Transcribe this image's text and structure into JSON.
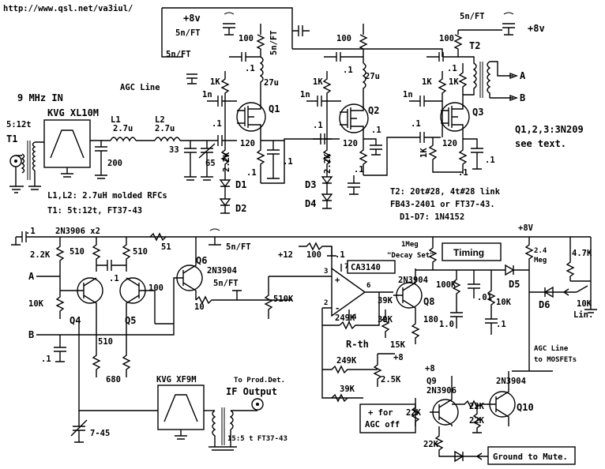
{
  "url": "http://www.qsl.net/va3iul/",
  "input": {
    "title": "9 MHz IN",
    "transformer": "T1",
    "ratio": "5:12t"
  },
  "filter1": "KVG XL10M",
  "inductors": {
    "l1": "L1",
    "l2": "L2",
    "l1_val": "2.7u",
    "l2_val": "2.7u"
  },
  "caps_front": {
    "c200": "200",
    "c33": "33",
    "c65": "65"
  },
  "agc_line": "AGC Line",
  "top_supply": {
    "v1": "+8v",
    "v2": "+8v",
    "ft1": "5n/FT",
    "ft2": "5n/FT",
    "ft3": "5n/FT",
    "ft4": "5n/FT"
  },
  "stage_vals": {
    "r100a": "100",
    "r100b": "100",
    "r100c": "100",
    "c1a": ".1",
    "c1b": ".1",
    "c1c": ".1",
    "c1d": ".1",
    "c1e": ".1",
    "c1f": ".1",
    "c1g": ".1",
    "c1h": ".1",
    "c1i": ".1",
    "c1j": ".1",
    "l27a": "27u",
    "l27b": "27u",
    "r1ka": "1K",
    "r1kb": "1K",
    "r1kc": "1K",
    "r1kd": "1K",
    "r1ke": "1K",
    "n1a": "1n",
    "n1b": "1n",
    "n1c": "1n",
    "r120a": "120",
    "r120b": "120",
    "r120c": "120",
    "r22a": "2.2K",
    "r22b": "2.2K",
    "q1": "Q1",
    "q2": "Q2",
    "q3": "Q3",
    "t2": "T2",
    "d1": "D1",
    "d2": "D2",
    "d3": "D3",
    "d4": "D4",
    "out_a": "A",
    "out_b": "B"
  },
  "notes": {
    "q_note1": "Q1,2,3:3N209",
    "q_note2": "see text.",
    "l_note": "L1,L2: 2.7uH molded RFCs",
    "t1_note": "T1: 5t:12t, FT37-43",
    "t2_note1": "T2: 20t#28, 4t#28 link",
    "t2_note2": "FB43-2401 or FT37-43.",
    "d_note": "D1-D7: 1N4152"
  },
  "lower": {
    "c1": ".1",
    "pnp_pair": "2N3906 x2",
    "r22k": "2.2K",
    "r510a": "510",
    "r510b": "510",
    "r51": "51",
    "c1m": ".1",
    "q6": "Q6",
    "q6type": "2N3904",
    "ft1": "5n/FT",
    "ft2": "5n/FT",
    "in_a": "A",
    "in_b": "B",
    "r10k": "10K",
    "q4": "Q4",
    "q5": "Q5",
    "r100": "100",
    "r10": "10",
    "r510k": "510K",
    "c1b": ".1",
    "r510c": "510",
    "r680": "680",
    "filter2": "KVG XF9M",
    "to_det": "To Prod.Det.",
    "if_out": "IF Output",
    "tr_note": "15:5 t FT37-43",
    "trim": "7-45"
  },
  "agc": {
    "p12": "+12",
    "r100": "100",
    "c1": ".1",
    "opamp": "CA3140",
    "pin3": "3",
    "pin2": "2",
    "pin7": "7",
    "pin6": "6",
    "pin4": "4",
    "r249a": "249K",
    "r249b": "249K",
    "rth": "R-th",
    "r39a": "39K",
    "r39b": "39K",
    "r39c": "39K",
    "q8": "Q8",
    "q8type": "2N3904",
    "r180": "180",
    "r1meg": "1Meg",
    "decay": "\"Decay Set\"",
    "timing": "Timing",
    "r100k": "100K",
    "c01": ".01",
    "c10": "1.0",
    "r10k": "10K",
    "c1b": ".1",
    "d5": "D5",
    "d6": "D6",
    "r24": "2.4",
    "meg": "Meg",
    "r47": "4.7K",
    "r10kl": "10K",
    "lin": "Lin.",
    "p8": "+8V",
    "r15k": "15K",
    "p8b": "+8",
    "r25": "2.5K",
    "agc_off1": "+ for",
    "agc_off2": "AGC off",
    "agc_to1": "AGC Line",
    "agc_to2": "to MOSFETs",
    "q9": "Q9",
    "q9type": "2N3906",
    "p8c": "+8",
    "r22a": "22K",
    "r22b": "22K",
    "r22c": "22K",
    "r22d": "22K",
    "q10": "Q10",
    "q10type": "2N3904",
    "mute": "Ground to Mute."
  }
}
